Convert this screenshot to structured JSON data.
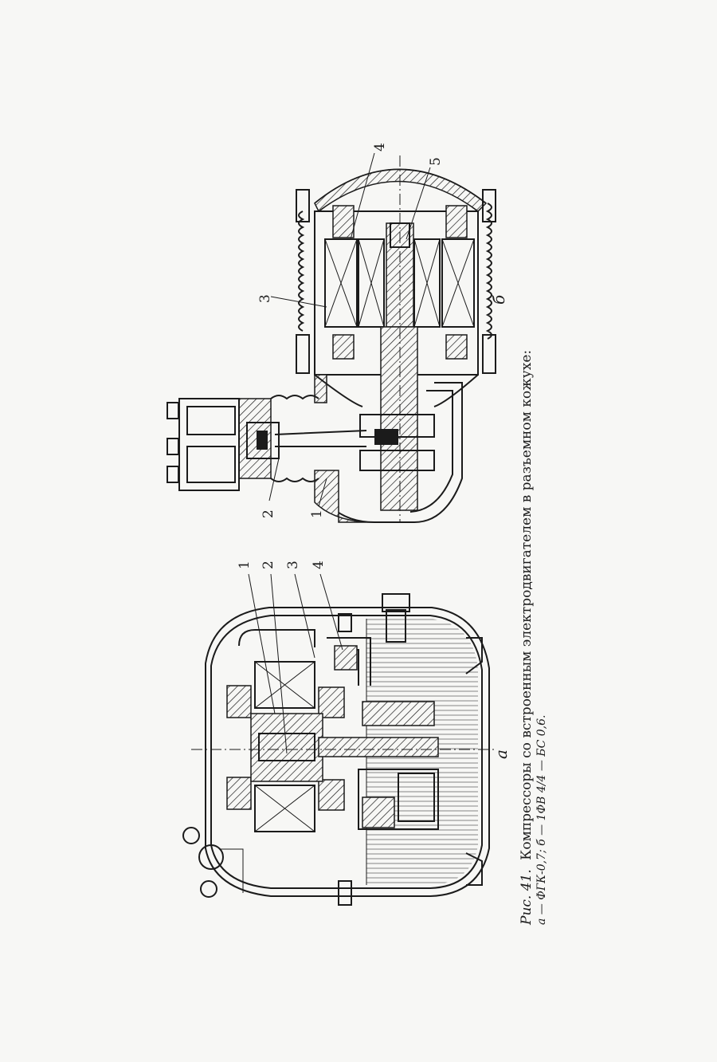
{
  "figure_a": {
    "sublabel": "а",
    "callouts": [
      "1",
      "2",
      "3",
      "4"
    ]
  },
  "figure_b": {
    "sublabel": "б",
    "callouts": [
      "1",
      "2",
      "3",
      "4",
      "5"
    ]
  },
  "caption": {
    "prefix": "Рис. 41.",
    "title": "Компрессоры со встроенным электродвигателем в разъемном кожухе:",
    "legend": "а — ФГК-0,7; б — 1ФВ 4/4 — БС 0,6."
  }
}
